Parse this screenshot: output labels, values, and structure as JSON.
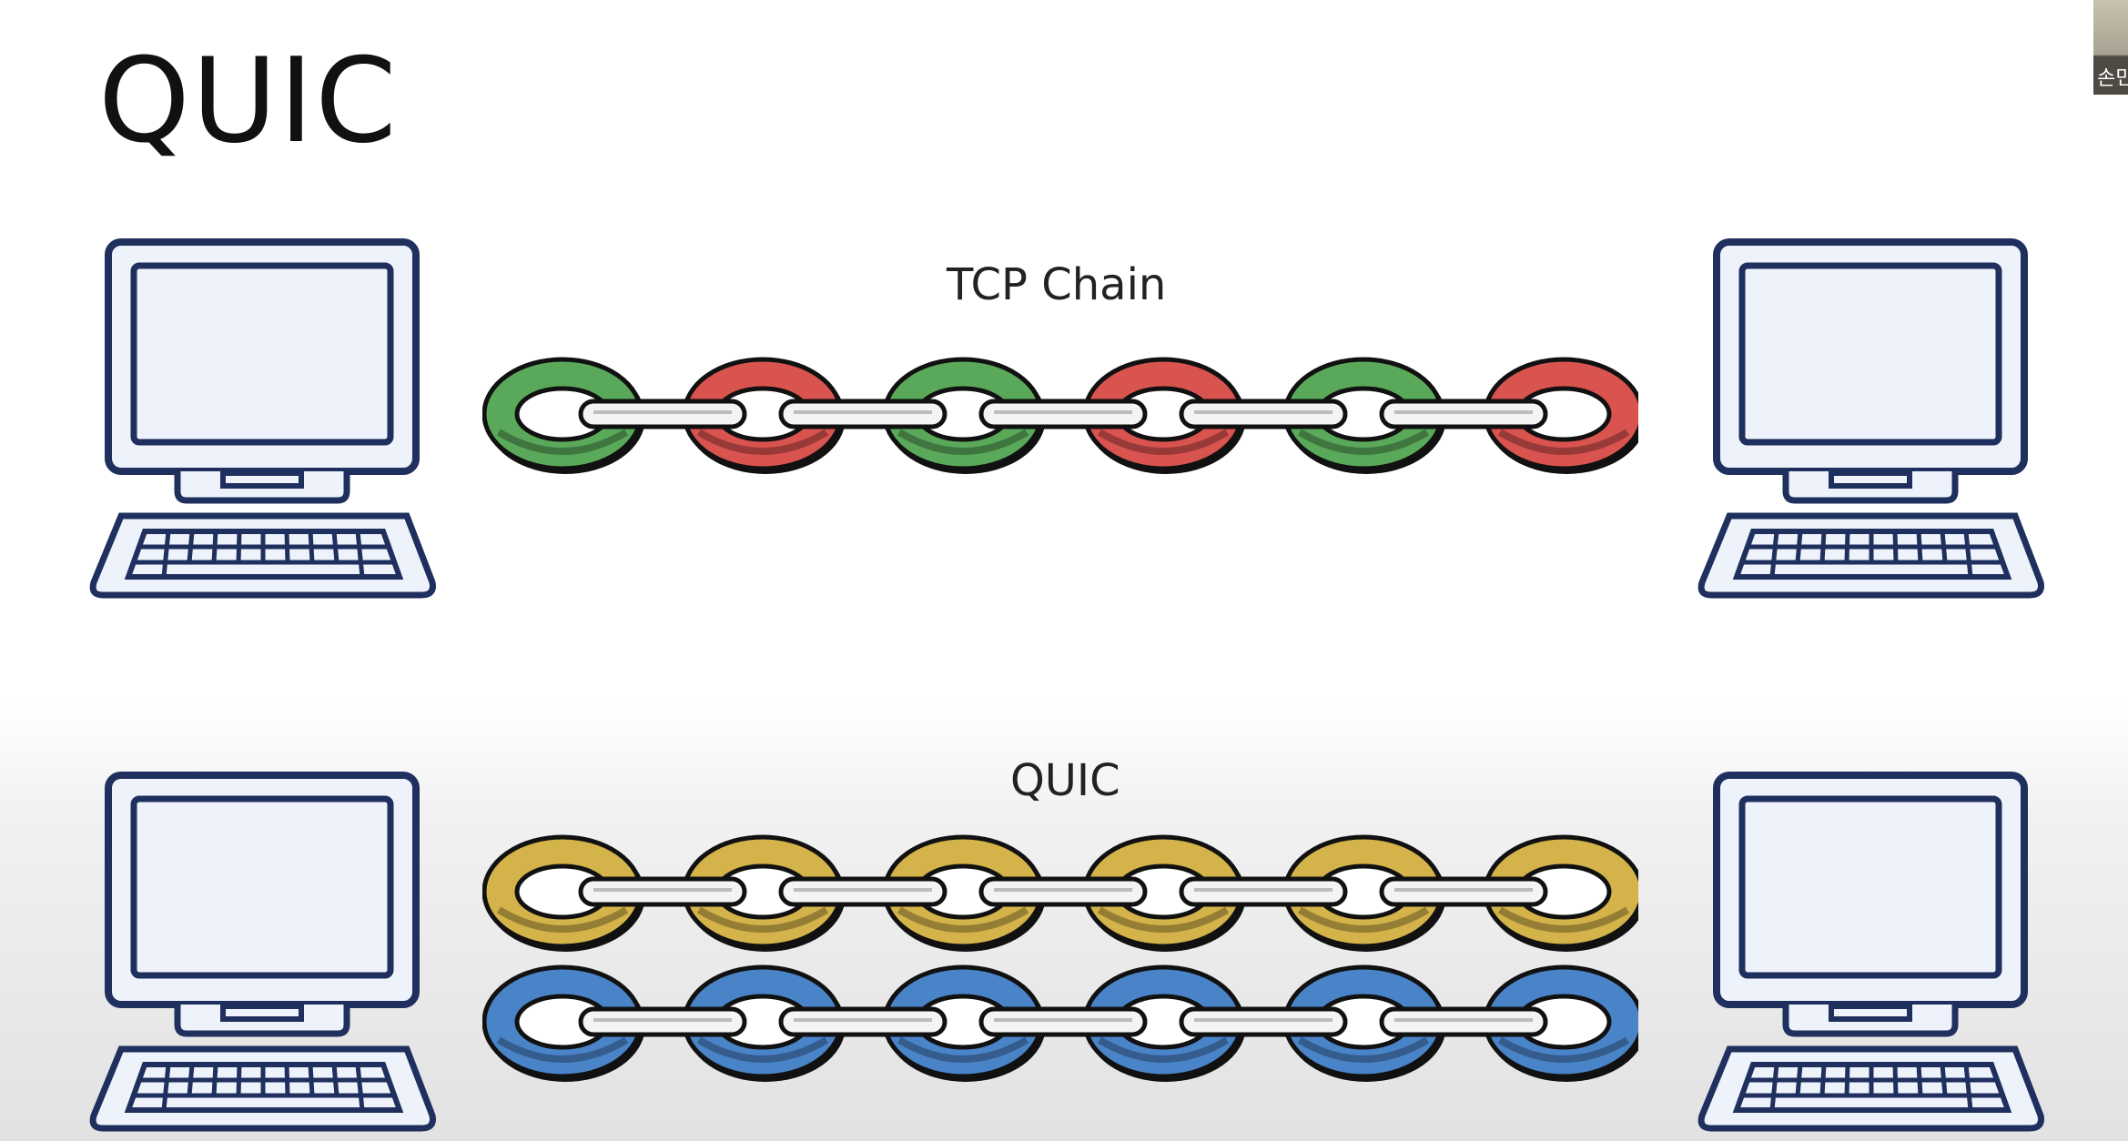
{
  "slide": {
    "title": "QUIC"
  },
  "tcp": {
    "label": "TCP Chain",
    "link_colors": [
      "#5aa95a",
      "#d9534f",
      "#5aa95a",
      "#d9534f",
      "#5aa95a",
      "#d9534f"
    ]
  },
  "quic": {
    "label": "QUIC",
    "stream1_colors": [
      "#d4b34a",
      "#d4b34a",
      "#d4b34a",
      "#d4b34a",
      "#d4b34a",
      "#d4b34a"
    ],
    "stream2_colors": [
      "#4a84c8",
      "#4a84c8",
      "#4a84c8",
      "#4a84c8",
      "#4a84c8",
      "#4a84c8"
    ]
  },
  "overlay": {
    "webcam_name": "손민"
  },
  "icons": [
    "computer-icon",
    "chain-link-icon"
  ],
  "colors": {
    "computer_outline": "#1f2f5e",
    "computer_fill": "#eef3fb"
  }
}
